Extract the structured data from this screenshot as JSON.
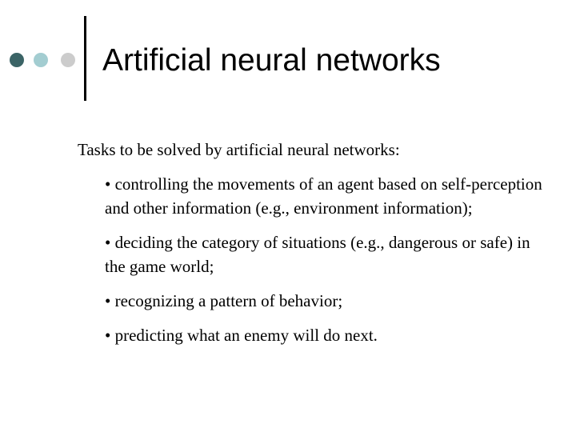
{
  "colors": {
    "dot_1": "#3b6466",
    "dot_2": "#a3cdd1",
    "dot_3": "#cccccc",
    "text": "#000000"
  },
  "slide": {
    "title": "Artificial neural networks",
    "intro": "Tasks to be solved by artificial neural networks:",
    "bullets": [
      "• controlling the movements of an agent based on self-perception and other information (e.g., environment information);",
      "• deciding the category of situations (e.g., dangerous or safe) in the game world;",
      "• recognizing a pattern of behavior;",
      "• predicting what an enemy will do next."
    ]
  }
}
